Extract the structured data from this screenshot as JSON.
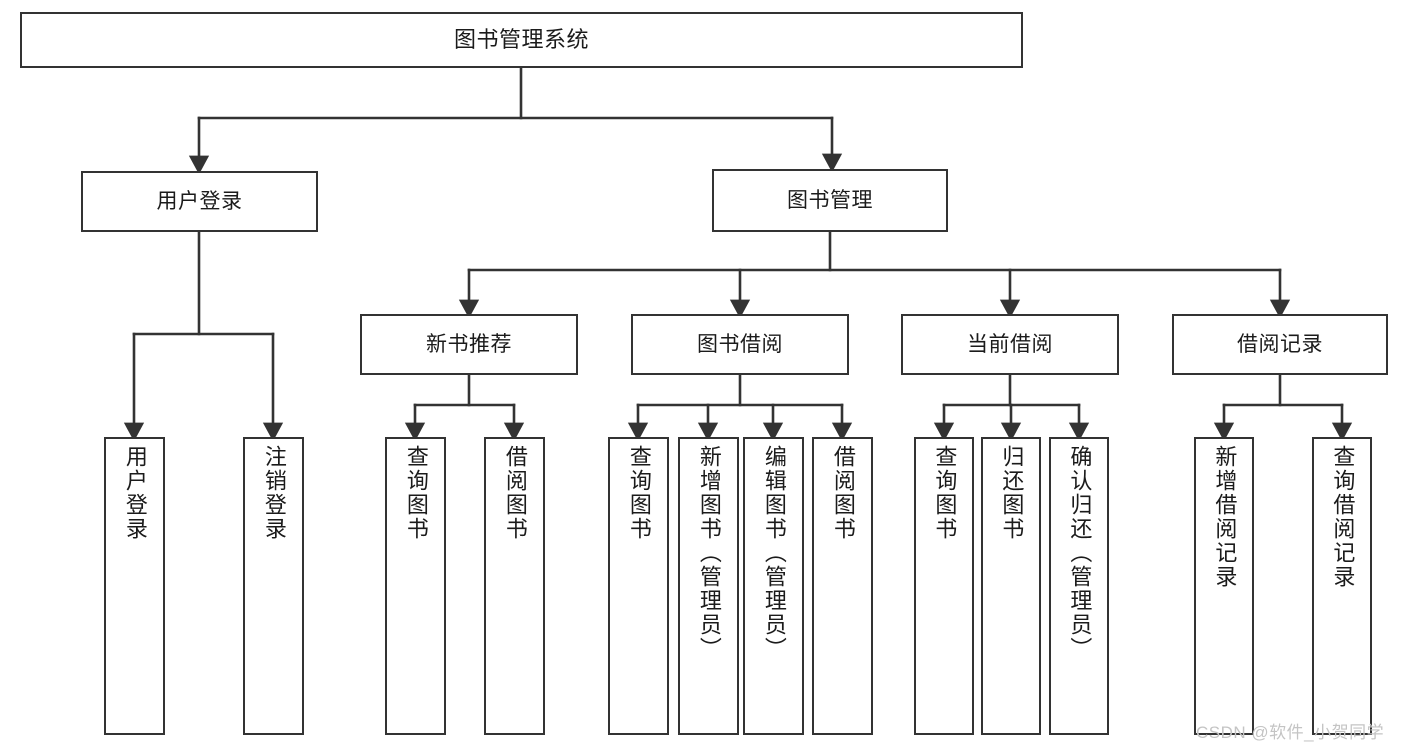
{
  "diagram": {
    "type": "tree-hierarchy",
    "orientation": "top-down",
    "watermark": "CSDN @软件_小贺同学",
    "colors": {
      "box_border": "#333333",
      "box_fill": "#ffffff",
      "edge": "#333333",
      "text": "#1b1b1b",
      "watermark": "#c4c4c4",
      "background": "#ffffff"
    },
    "root": {
      "label": "图书管理系统"
    },
    "level2": [
      {
        "label": "用户登录"
      },
      {
        "label": "图书管理"
      }
    ],
    "level3": [
      {
        "label": "新书推荐"
      },
      {
        "label": "图书借阅"
      },
      {
        "label": "当前借阅"
      },
      {
        "label": "借阅记录"
      }
    ],
    "leaves": {
      "user_login": [
        {
          "label": "用户登录"
        },
        {
          "label": "注销登录"
        }
      ],
      "new_book_recommend": [
        {
          "label": "查询图书"
        },
        {
          "label": "借阅图书"
        }
      ],
      "book_borrow": [
        {
          "label": "查询图书"
        },
        {
          "label": "新增图书（管理员）"
        },
        {
          "label": "编辑图书（管理员）"
        },
        {
          "label": "借阅图书"
        }
      ],
      "current_borrow": [
        {
          "label": "查询图书"
        },
        {
          "label": "归还图书"
        },
        {
          "label": "确认归还（管理员）"
        }
      ],
      "borrow_record": [
        {
          "label": "新增借阅记录"
        },
        {
          "label": "查询借阅记录"
        }
      ]
    }
  }
}
